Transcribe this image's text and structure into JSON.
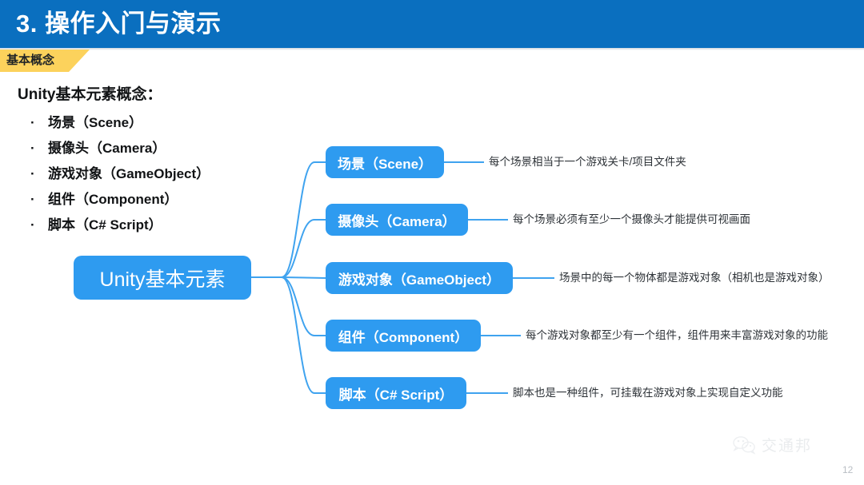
{
  "header": {
    "title": "3. 操作入门与演示",
    "bar_color": "#0a6fbf"
  },
  "tag": {
    "label": "基本概念",
    "color": "#fcd25c"
  },
  "content": {
    "heading": "Unity基本元素概念：",
    "bullet_marker": "·",
    "bullets": [
      {
        "label": "场景（Scene）"
      },
      {
        "label": "摄像头（Camera）"
      },
      {
        "label": "游戏对象（GameObject）"
      },
      {
        "label": "组件（Component）"
      },
      {
        "label": "脚本（C# Script）"
      }
    ]
  },
  "mindmap": {
    "node_color": "#2e9bf0",
    "connector_color": "#3fa3ef",
    "center": {
      "label": "Unity基本元素"
    },
    "branches": [
      {
        "label": "场景（Scene）",
        "description": "每个场景相当于一个游戏关卡/项目文件夹"
      },
      {
        "label": "摄像头（Camera）",
        "description": "每个场景必须有至少一个摄像头才能提供可视画面"
      },
      {
        "label": "游戏对象（GameObject）",
        "description": "场景中的每一个物体都是游戏对象（相机也是游戏对象）"
      },
      {
        "label": "组件（Component）",
        "description": "每个游戏对象都至少有一个组件，组件用来丰富游戏对象的功能"
      },
      {
        "label": "脚本（C# Script）",
        "description": "脚本也是一种组件，可挂载在游戏对象上实现自定义功能"
      }
    ]
  },
  "footer": {
    "watermark_icon": "wechat-icon",
    "watermark_text": "交通邦",
    "page_number": "12"
  }
}
